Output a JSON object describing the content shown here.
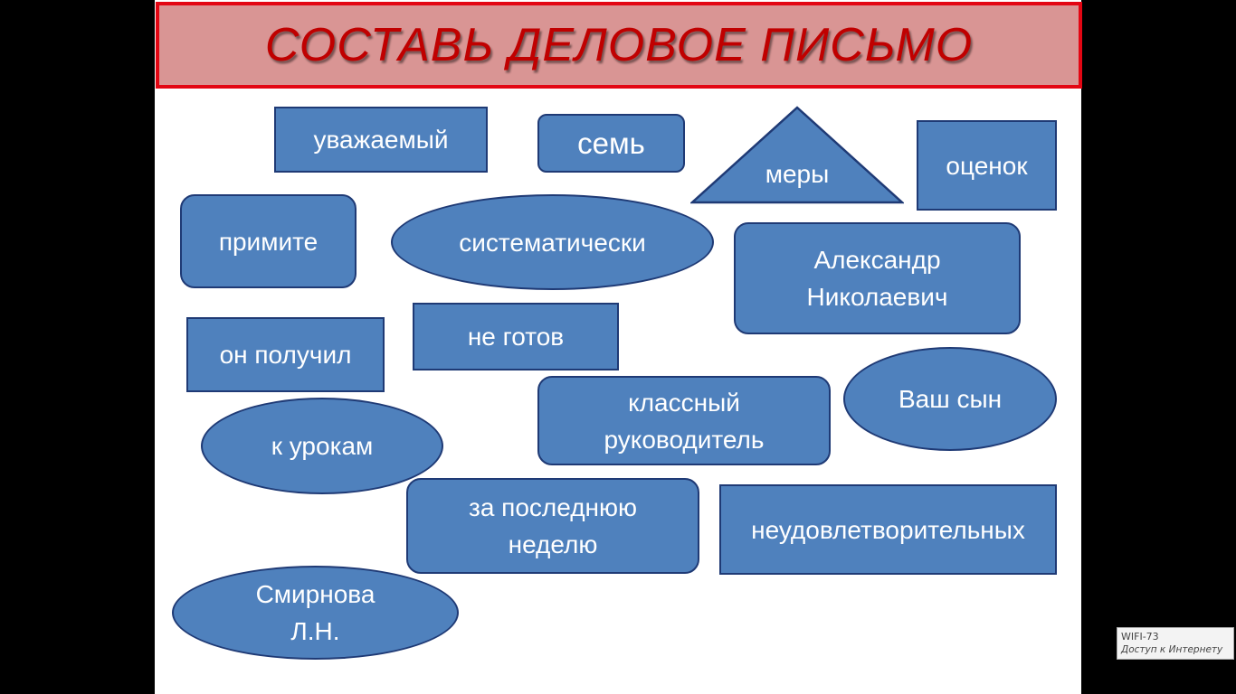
{
  "slide": {
    "title": "СОСТАВЬ ДЕЛОВОЕ ПИСЬМО",
    "cards": [
      {
        "id": "uvazhaemyi",
        "text": "уважаемый",
        "shape": "rectangle"
      },
      {
        "id": "sem",
        "text": "семь",
        "shape": "rounded-rectangle"
      },
      {
        "id": "mery",
        "text": "меры",
        "shape": "triangle"
      },
      {
        "id": "otsenok",
        "text": "оценок",
        "shape": "rectangle"
      },
      {
        "id": "primite",
        "text": "примите",
        "shape": "rounded-rectangle"
      },
      {
        "id": "sistematicheski",
        "text": "систематически",
        "shape": "oval"
      },
      {
        "id": "aleksandr-nikolaevich",
        "text": "Александр\nНиколаевич",
        "shape": "rounded-rectangle"
      },
      {
        "id": "on-poluchil",
        "text": "он получил",
        "shape": "rectangle"
      },
      {
        "id": "ne-gotov",
        "text": "не готов",
        "shape": "rectangle"
      },
      {
        "id": "klassnyi-rukovoditel",
        "text": "классный\nруководитель",
        "shape": "rounded-rectangle"
      },
      {
        "id": "vash-syn",
        "text": "Ваш сын",
        "shape": "oval"
      },
      {
        "id": "k-urokam",
        "text": "к урокам",
        "shape": "oval"
      },
      {
        "id": "za-poslednyuyu-nedelyu",
        "text": "за последнюю\nнеделю",
        "shape": "rounded-rectangle"
      },
      {
        "id": "neudovletvoritelnykh",
        "text": "неудовлетворительных",
        "shape": "rectangle"
      },
      {
        "id": "smirnova",
        "text": "Смирнова\nЛ.Н.",
        "shape": "oval"
      }
    ]
  },
  "tray": {
    "network_name": "WIFI-73",
    "network_status": "Доступ к Интернету"
  },
  "colors": {
    "background": "#000000",
    "slide": "#ffffff",
    "title_fill": "#d99594",
    "title_border": "#e30613",
    "title_text": "#c00000",
    "card_fill": "#4f81bd",
    "card_border": "#1f3a75",
    "card_text": "#ffffff"
  }
}
